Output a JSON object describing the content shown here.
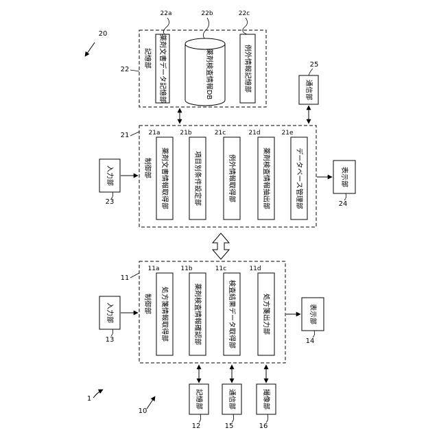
{
  "system": {
    "ref": "1",
    "server": {
      "ref": "20",
      "storage": {
        "ref": "22",
        "label": "記憶部",
        "items": [
          {
            "ref": "22a",
            "label": "薬剤文書データ記憶部"
          },
          {
            "ref": "22b",
            "label": "薬剤検査情報DB"
          },
          {
            "ref": "22c",
            "label": "例外情報記憶部"
          }
        ]
      },
      "control": {
        "ref": "21",
        "label": "制御部",
        "items": [
          {
            "ref": "21a",
            "label": "薬剤文書情報取得部"
          },
          {
            "ref": "21b",
            "label": "項目別条件設定部"
          },
          {
            "ref": "21c",
            "label": "例外情報取得部"
          },
          {
            "ref": "21d",
            "label": "薬剤検査情報抽出部"
          },
          {
            "ref": "21e",
            "label": "データベース管理部"
          }
        ]
      },
      "input": {
        "ref": "23",
        "label": "入力部"
      },
      "display": {
        "ref": "24",
        "label": "表示部"
      },
      "comm": {
        "ref": "25",
        "label": "通信部"
      }
    },
    "terminal": {
      "ref": "10",
      "control": {
        "ref": "11",
        "label": "制御部",
        "items": [
          {
            "ref": "11a",
            "label": "処方箋情報取得部"
          },
          {
            "ref": "11b",
            "label": "薬剤検査情報確認部"
          },
          {
            "ref": "11c",
            "label": "検査結果データ取得部"
          },
          {
            "ref": "11d",
            "label": "処方箋出力部"
          }
        ]
      },
      "input": {
        "ref": "13",
        "label": "入力部"
      },
      "display": {
        "ref": "14",
        "label": "表示部"
      },
      "storage": {
        "ref": "12",
        "label": "記憶部"
      },
      "comm": {
        "ref": "15",
        "label": "通信部"
      },
      "camera": {
        "ref": "16",
        "label": "撮像部"
      }
    }
  }
}
